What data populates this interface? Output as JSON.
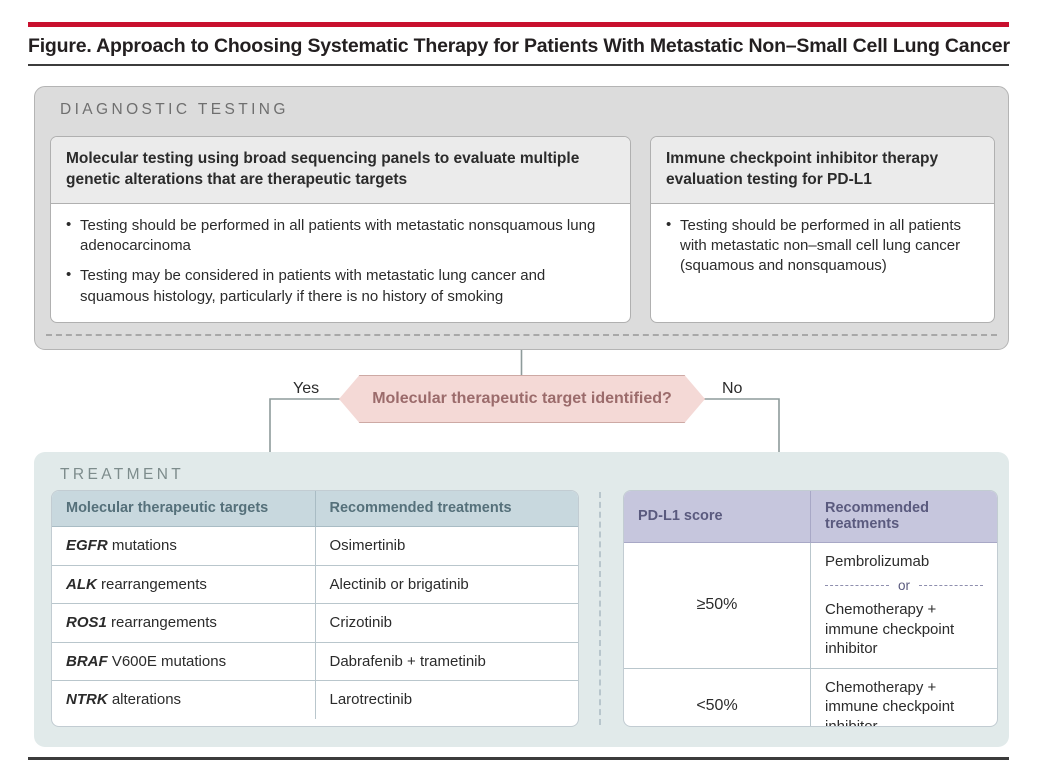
{
  "figure": {
    "title": "Figure. Approach to Choosing Systematic Therapy for Patients With Metastatic Non–Small Cell Lung Cancer",
    "accent_color": "#c8102e",
    "rule_color": "#3c3c3c"
  },
  "diagnostic": {
    "label": "DIAGNOSTIC TESTING",
    "panel_background": "#dcdcdc",
    "cards": [
      {
        "heading": "Molecular testing using broad sequencing panels to evaluate multiple genetic alterations that are therapeutic targets",
        "bullets": [
          "Testing should be performed in all patients with metastatic nonsquamous lung adenocarcinoma",
          "Testing may be considered in patients with metastatic lung cancer and squamous histology, particularly if there is no history of smoking"
        ]
      },
      {
        "heading": "Immune checkpoint inhibitor therapy evaluation testing for PD-L1",
        "bullets": [
          "Testing should be performed in all patients with metastatic non–small cell lung cancer (squamous and nonsquamous)"
        ]
      }
    ]
  },
  "decision": {
    "question": "Molecular therapeutic target identified?",
    "yes_label": "Yes",
    "no_label": "No",
    "fill_color": "#f4d9d6",
    "text_color": "#9b6b6b"
  },
  "treatment": {
    "label": "TREATMENT",
    "panel_background": "#e1eaea",
    "molecular_table": {
      "header_color": "#c8d8de",
      "columns": [
        "Molecular therapeutic targets",
        "Recommended treatments"
      ],
      "rows": [
        {
          "gene": "EGFR",
          "target_rest": " mutations",
          "treatment": "Osimertinib"
        },
        {
          "gene": "ALK",
          "target_rest": " rearrangements",
          "treatment": "Alectinib or brigatinib"
        },
        {
          "gene": "ROS1",
          "target_rest": " rearrangements",
          "treatment": "Crizotinib"
        },
        {
          "gene": "BRAF",
          "target_rest": " V600E mutations",
          "treatment": "Dabrafenib + trametinib"
        },
        {
          "gene": "NTRK",
          "target_rest": " alterations",
          "treatment": "Larotrectinib"
        }
      ]
    },
    "pdl1_table": {
      "header_color": "#c6c6dd",
      "columns": [
        "PD-L1 score",
        "Recommended treatments"
      ],
      "or_label": "or",
      "rows": [
        {
          "score": "≥50%",
          "treatment_primary": "Pembrolizumab",
          "treatment_alternate": "Chemotherapy + immune checkpoint inhibitor"
        },
        {
          "score": "<50%",
          "treatment_primary": "Chemotherapy + immune checkpoint inhibitor",
          "treatment_alternate": ""
        }
      ]
    }
  }
}
